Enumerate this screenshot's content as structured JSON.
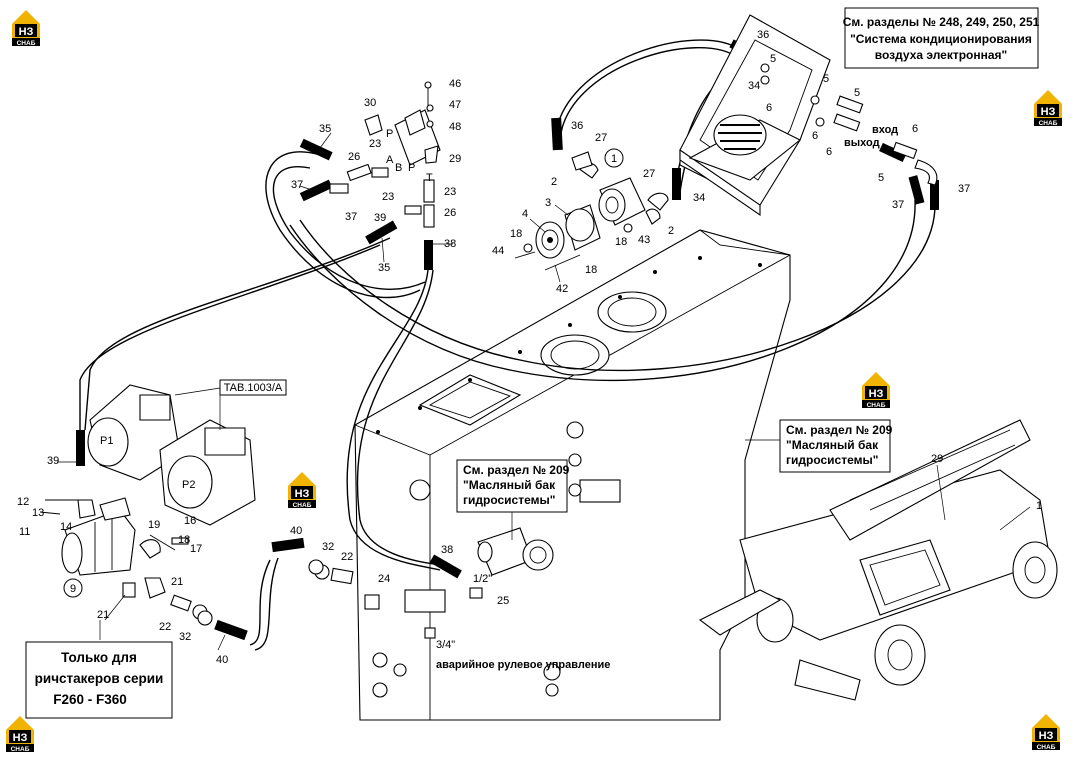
{
  "logo": {
    "top": "НЗ",
    "bottom": "СНАБ",
    "color": "#f0b400"
  },
  "notes": {
    "ac_system": [
      "См. разделы № 248, 249, 250, 251",
      "\"Система кондиционирования",
      "воздуха электронная\""
    ],
    "tank_right": [
      "См. раздел № 209",
      "\"Масляный бак",
      "гидросистемы\""
    ],
    "tank_center": [
      "См. раздел № 209",
      "\"Масляный бак",
      "гидросистемы\""
    ],
    "only_for": [
      "Только для",
      "ричстакеров серии",
      "F260 - F360"
    ],
    "tab": "TAB.1003/A"
  },
  "annotations": {
    "inlet": "вход",
    "outlet": "выход",
    "emergency_steering": "аварийное рулевое управление",
    "thread_half": "1/2\"",
    "thread_three_quarter": "3/4\""
  },
  "port_labels": [
    "P",
    "A",
    "B",
    "P",
    "T",
    "P1",
    "P2"
  ],
  "callouts": [
    "1",
    "2",
    "2",
    "3",
    "4",
    "5",
    "5",
    "5",
    "5",
    "6",
    "6",
    "6",
    "6",
    "9",
    "11",
    "12",
    "13",
    "14",
    "16",
    "17",
    "18",
    "18",
    "18",
    "18",
    "19",
    "21",
    "21",
    "22",
    "22",
    "23",
    "23",
    "23",
    "24",
    "25",
    "26",
    "26",
    "27",
    "27",
    "29",
    "29",
    "30",
    "32",
    "32",
    "34",
    "34",
    "35",
    "35",
    "36",
    "36",
    "37",
    "37",
    "37",
    "37",
    "38",
    "38",
    "39",
    "39",
    "40",
    "40",
    "42",
    "43",
    "44",
    "46",
    "47",
    "48",
    "1"
  ]
}
